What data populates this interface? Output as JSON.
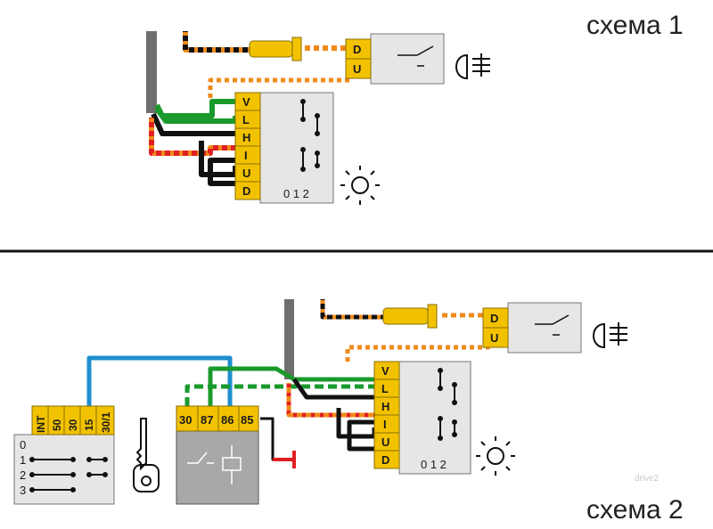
{
  "captions": {
    "scheme1": "схема 1",
    "scheme2": "схема 2"
  },
  "lamp_connector": {
    "pins": [
      "D",
      "U"
    ]
  },
  "switch_connector": {
    "pins": [
      "V",
      "L",
      "H",
      "I",
      "U",
      "D"
    ],
    "positions": "0 1 2"
  },
  "ignition_switch": {
    "pins": [
      "INT",
      "50",
      "30",
      "15",
      "30/1"
    ],
    "rows": [
      "0",
      "1",
      "2",
      "3"
    ]
  },
  "relay": {
    "pins": [
      "30",
      "87",
      "86",
      "85"
    ]
  },
  "icons": [
    "fog-lamp-icon",
    "light-bulb-icon",
    "key-icon",
    "ground-icon"
  ],
  "colors": {
    "connector": "#f2c200",
    "green": "#1a9a2c",
    "blue": "#1e8fd0",
    "black": "#111111",
    "orange": "#f08a1a",
    "red": "#e02020",
    "housing": "#e6e6e6"
  }
}
